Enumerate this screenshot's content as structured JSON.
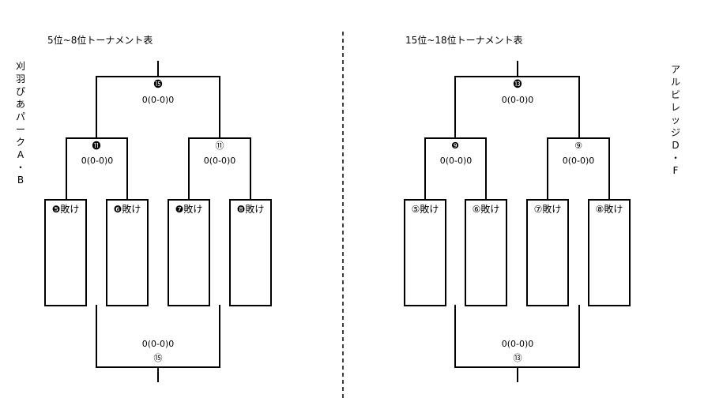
{
  "left": {
    "title": "5位~8位トーナメント表",
    "side_team_chars": [
      "刈",
      "羽",
      "ぴ",
      "あ",
      "パ",
      "ー",
      "ク",
      "A",
      "・",
      "B"
    ],
    "final": {
      "num": "⓯",
      "score": "0(0-0)0"
    },
    "semi1": {
      "num": "⓫",
      "score": "0(0-0)0"
    },
    "semi2": {
      "num": "⑪",
      "score": "0(0-0)0"
    },
    "boxes": [
      "❺敗け",
      "❻敗け",
      "❼敗け",
      "❽敗け"
    ],
    "third": {
      "num": "⑮",
      "score": "0(0-0)0"
    }
  },
  "right": {
    "title": "15位~18位トーナメント表",
    "side_team_chars": [
      "ア",
      "ル",
      "ビ",
      "レ",
      "ッ",
      "ジ",
      "D",
      "・",
      "F"
    ],
    "final": {
      "num": "⓭",
      "score": "0(0-0)0"
    },
    "semi1": {
      "num": "❾",
      "score": "0(0-0)0"
    },
    "semi2": {
      "num": "⑨",
      "score": "0(0-0)0"
    },
    "boxes": [
      "⑤敗け",
      "⑥敗け",
      "⑦敗け",
      "⑧敗け"
    ],
    "third": {
      "num": "⑬",
      "score": "0(0-0)0"
    }
  }
}
